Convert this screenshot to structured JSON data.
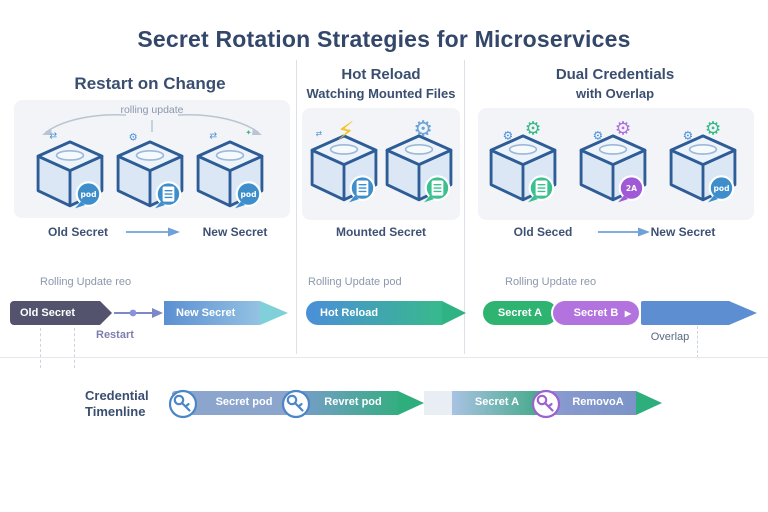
{
  "title": "Secret Rotation Strategies for Microservices",
  "columns": [
    {
      "title": "Restart on Change",
      "annotation": "rolling update",
      "pods": [
        {
          "badge_text": "pod"
        },
        {
          "badge_text": ""
        },
        {
          "badge_text": "pod"
        }
      ],
      "caption_from": "Old Secret",
      "caption_to": "New Secret",
      "timeline_label": "Rolling Update reo",
      "bar_old": "Old Secret",
      "bar_new": "New Secret",
      "note": "Restart"
    },
    {
      "title": "Hot Reload",
      "subtitle": "Watching Mounted Files",
      "caption": "Mounted Secret",
      "timeline_label": "Rolling Update pod",
      "bar_label": "Hot Reload"
    },
    {
      "title": "Dual Credentials",
      "subtitle": "with Overlap",
      "pods": [
        {
          "badge_text": ""
        },
        {
          "badge_text": "2A"
        },
        {
          "badge_text": "pod"
        }
      ],
      "caption_from": "Old Seced",
      "caption_to": "New Secret",
      "timeline_label": "Rolling Update reo",
      "bar_a": "Secret A",
      "bar_b": "Secret B",
      "note": "Overlap"
    }
  ],
  "footer": {
    "label_line1": "Credential",
    "label_line2": "Timenline",
    "segment_labels": [
      "Secret pod",
      "Revret pod",
      "Secret A",
      "RemovoA"
    ]
  },
  "icons": {
    "gear": "⚙",
    "lightning": "⚡",
    "refresh": "⇄",
    "sparkle": "✦",
    "chevron": "▶"
  },
  "colors": {
    "navy": "#33476b",
    "slate_block": "#53536e",
    "blue": "#5d8ed2",
    "teal": "#38b98c",
    "green": "#2eb371",
    "purple": "#b273de",
    "yellow": "#f4c32e",
    "badge_blue": "#3e8ecb",
    "badge_green": "#3cc08f",
    "badge_purple": "#a05ad5"
  }
}
